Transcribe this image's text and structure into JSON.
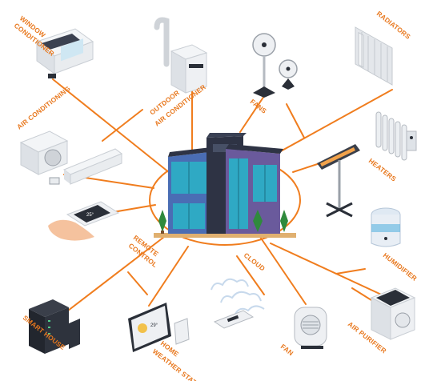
{
  "colors": {
    "accent": "#f07d1e",
    "label": "#e8781e",
    "building_wall": "#4a6db4",
    "building_dark": "#2e3344",
    "glass": "#2fa9c4",
    "device_light": "#e9ecef",
    "device_dark": "#2a2f38"
  },
  "labels": {
    "window_conditioner_1": "WINDOW",
    "window_conditioner_2": "CONDITIONER",
    "outdoor_ac_1": "OUTDOOR",
    "outdoor_ac_2": "AIR CONDITIONER",
    "fans": "FANS",
    "radiators": "RADIATORS",
    "air_conditioning": "AIR CONDITIONING",
    "heaters": "HEATERS",
    "remote_control_1": "REMOTE",
    "remote_control_2": "CONTROL",
    "cloud": "CLOUD",
    "humidifier": "HUMIDIFIER",
    "smart_house": "SMART HOUSE",
    "home_weather_1": "HOME",
    "home_weather_2": "WEATHER STATION",
    "fan": "FAN",
    "air_purifier": "AIR PURIFIER"
  },
  "icons": {
    "hub": "smart-building-icon",
    "window_conditioner": "window-air-conditioner-icon",
    "outdoor_ac": "portable-air-conditioner-icon",
    "fans": "standing-fan-icon",
    "radiators": "radiator-icon",
    "air_conditioning": "split-air-conditioner-icon",
    "heaters": "infrared-heater-icon",
    "oil_heater": "oil-radiator-heater-icon",
    "remote_control": "smartphone-remote-icon",
    "cloud": "cloud-icon",
    "humidifier": "humidifier-icon",
    "smart_house": "server-rack-icon",
    "home_weather": "weather-station-icon",
    "fan": "space-heater-fan-icon",
    "air_purifier": "air-purifier-icon"
  }
}
